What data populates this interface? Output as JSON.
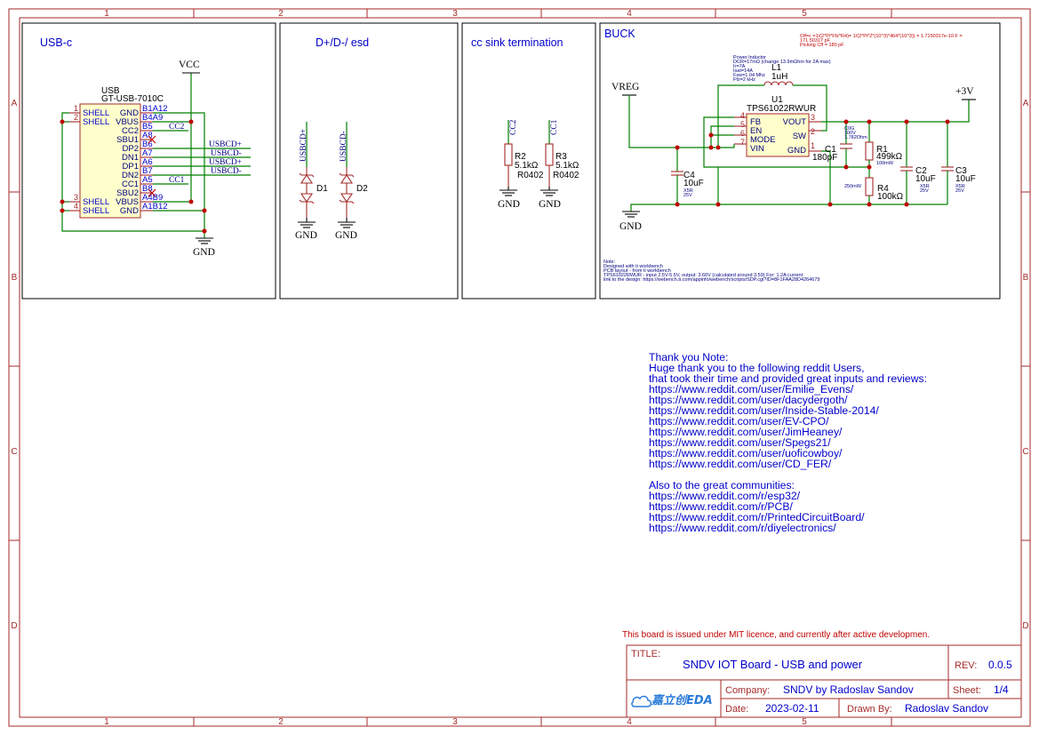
{
  "frame": {
    "columns": [
      "1",
      "2",
      "3",
      "4",
      "5"
    ],
    "rows": [
      "A",
      "B",
      "C",
      "D"
    ]
  },
  "panels": {
    "usbc": "USB-c",
    "esd": "D+/D-/ esd",
    "cc": "cc sink termination",
    "buck": "BUCK"
  },
  "usb": {
    "ref": "USB",
    "part": "GT-USB-7010C",
    "vcc": "VCC",
    "gnd": "GND",
    "left_pins": [
      {
        "num": "1",
        "name": "SHELL"
      },
      {
        "num": "2",
        "name": "SHELL"
      },
      {
        "num": "3",
        "name": "SHELL"
      },
      {
        "num": "4",
        "name": "SHELL"
      }
    ],
    "inner_names": [
      "GND",
      "VBUS",
      "CC2",
      "SBU1",
      "DP2",
      "DN1",
      "DP1",
      "DN2",
      "CC1",
      "SBU2",
      "VBUS",
      "GND"
    ],
    "right_pins": [
      "B1A12",
      "B4A9",
      "B5",
      "A8",
      "B6",
      "A7",
      "A6",
      "B7",
      "A5",
      "B8",
      "A4B9",
      "A1B12"
    ],
    "nets": {
      "cc2": "CC2",
      "cc1": "CC1",
      "usbcd_p1": "USBCD+",
      "usbcd_m1": "USBCD-",
      "usbcd_p2": "USBCD+",
      "usbcd_m2": "USBCD-"
    }
  },
  "esd": {
    "net1": "USBCD+",
    "net2": "USBCD-",
    "d1": "D1",
    "d2": "D2",
    "gnd": "GND"
  },
  "cc": {
    "net1": "CC2",
    "net2": "CC1",
    "r2": "R2",
    "r2_val": "5.1kΩ",
    "r2_pkg": "R0402",
    "r3": "R3",
    "r3_val": "5.1kΩ",
    "r3_pkg": "R0402",
    "gnd": "GND"
  },
  "buck": {
    "calc_note_1": "Cff=c =1/(2*Pi*Ffz*R4)= 1/(2*Pi*2*(10^3)*464*(10^3)) = 1.7150317e-10 F =",
    "calc_note_2": "171.50317 pF",
    "calc_note_3": "Picking Cff = 180 pF",
    "inductor_note": [
      "Power Inductor",
      "DCR=17mΩ (change 13.9mΩhm for 2A max)",
      "Ir=7A",
      "Isat=14A",
      "Fsw=1.04 Mhz",
      "Ffz=2 kHz"
    ],
    "l1": "L1",
    "l1_val": "1uH",
    "u1": "U1",
    "u1_part": "TPS61022RWUR",
    "pins_left": [
      {
        "num": "4",
        "name": "FB"
      },
      {
        "num": "5",
        "name": "EN"
      },
      {
        "num": "6",
        "name": "MODE"
      },
      {
        "num": "7",
        "name": "VIN"
      }
    ],
    "pins_right": [
      {
        "num": "3",
        "name": "VOUT"
      },
      {
        "num": "2",
        "name": "SW"
      },
      {
        "num": "1",
        "name": "GND"
      }
    ],
    "vreg": "VREG",
    "v3": "+3V",
    "gnd": "GND",
    "c1": "C1",
    "c1_val": "180pF",
    "c1_note": [
      "C0G",
      "100V",
      "1.782Ohm"
    ],
    "r1": "R1",
    "r1_val": "499kΩ",
    "r1_note": "100mW",
    "r4": "R4",
    "r4_val": "100kΩ",
    "r4_note": "250mW",
    "c2": "C2",
    "c2_val": "10uF",
    "c2_note": [
      "X5R",
      "25V"
    ],
    "c3": "C3",
    "c3_val": "10uF",
    "c3_note": [
      "X5R",
      "25V"
    ],
    "c4": "C4",
    "c4_val": "10uF",
    "c4_note": [
      "X5R",
      "25V"
    ],
    "design_note": [
      "Note:",
      "Designed with ti workbench",
      "PCB layout - from ti workbench",
      "TPS61022RWUR - input 2.5V-5.5V, output: 3.60V (calculated around 3.59) For: 1.2A current",
      "link to the design: https://webench.ti.com/appinfo/webench/scripts/SDP.cgi?ID=8F1FAA28D4264679"
    ]
  },
  "thanks": {
    "lines": [
      "Thank you Note:",
      "Huge thank you to the following reddit Users,",
      "that took their time and provided great inputs and reviews:",
      "https://www.reddit.com/user/Emilie_Evens/",
      "https://www.reddit.com/user/dacydergoth/",
      "https://www.reddit.com/user/Inside-Stable-2014/",
      "https://www.reddit.com/user/EV-CPO/",
      "https://www.reddit.com/user/JimHeaney/",
      "https://www.reddit.com/user/Spegs21/",
      "https://www.reddit.com/user/uoficowboy/",
      "https://www.reddit.com/user/CD_FER/",
      "",
      "Also to the great communities:",
      "https://www.reddit.com/r/esp32/",
      "https://www.reddit.com/r/PCB/",
      "https://www.reddit.com/r/PrintedCircuitBoard/",
      "https://www.reddit.com/r/diyelectronics/"
    ]
  },
  "license": "This board is issued under MIT licence, and currently after active developmen.",
  "title_block": {
    "title_label": "TITLE:",
    "title": "SNDV IOT Board - USB and power",
    "rev_label": "REV:",
    "rev": "0.0.5",
    "logo": "嘉立创EDA",
    "company_label": "Company:",
    "company": "SNDV by Radoslav Sandov",
    "sheet_label": "Sheet:",
    "sheet": "1/4",
    "date_label": "Date:",
    "date": "2023-02-11",
    "drawn_label": "Drawn By:",
    "drawn": "Radoslav Sandov"
  },
  "colors": {
    "frame": "#a52a2a",
    "wire": "#008000",
    "text_blue": "#0000cc",
    "junction": "#c00000"
  }
}
